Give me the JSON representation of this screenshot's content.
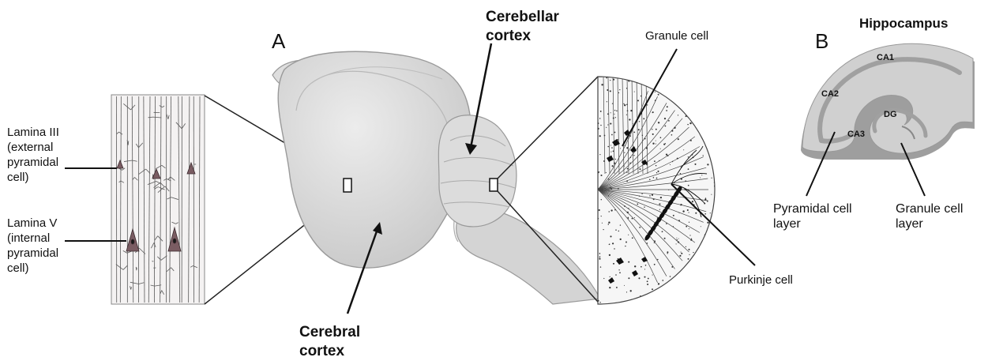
{
  "panels": {
    "a": "A",
    "b": "B"
  },
  "cortex_labels": {
    "lamina3": [
      "Lamina III",
      "(external",
      "pyramidal",
      "cell)"
    ],
    "lamina5": [
      "Lamina V",
      "(internal",
      "pyramidal",
      "cell)"
    ]
  },
  "brain_labels": {
    "cerebellar": [
      "Cerebellar",
      "cortex"
    ],
    "cerebral": [
      "Cerebral",
      "cortex"
    ]
  },
  "cerebellum_labels": {
    "granule": "Granule cell",
    "purkinje": "Purkinje cell"
  },
  "hippocampus": {
    "title": "Hippocampus",
    "regions": {
      "ca1": "CA1",
      "ca2": "CA2",
      "ca3": "CA3",
      "dg": "DG"
    },
    "pyramidal": [
      "Pyramidal cell",
      "layer"
    ],
    "granule": [
      "Granule cell",
      "layer"
    ]
  },
  "colors": {
    "tissue": "#d9d9d9",
    "tissue_dark": "#a6a6a6",
    "neuron": "#7a5c62",
    "ink": "#111111"
  }
}
